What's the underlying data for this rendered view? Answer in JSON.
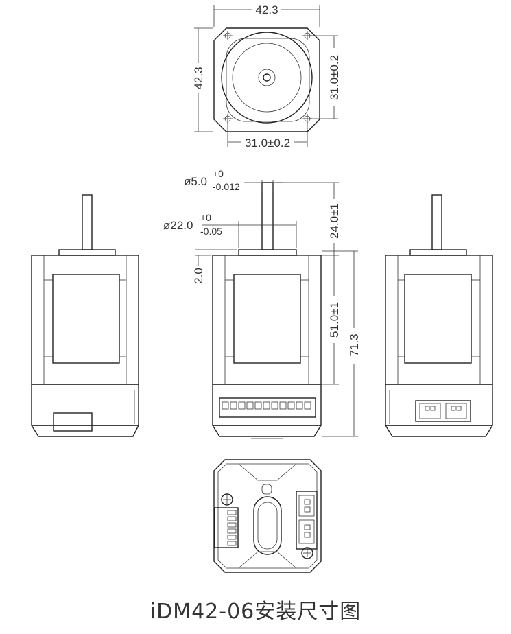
{
  "title": "iDM42-06安装尺寸图",
  "dimensions": {
    "top_width": "42.3",
    "top_height": "42.3",
    "hole_spacing_horizontal": "31.0±0.2",
    "hole_spacing_vertical": "31.0±0.2",
    "shaft_diameter": "ø5.0",
    "shaft_tol_upper": "+0",
    "shaft_tol_lower": "-0.012",
    "boss_diameter": "ø22.0",
    "boss_tol_upper": "+0",
    "boss_tol_lower": "-0.05",
    "boss_height": "2.0",
    "shaft_length": "24.0±1",
    "body_length": "51.0±1",
    "total_length": "71.3"
  }
}
